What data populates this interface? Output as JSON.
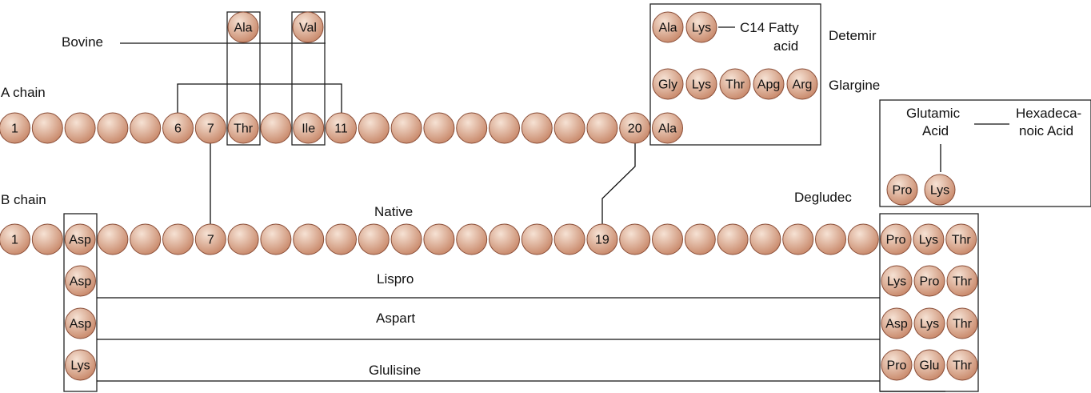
{
  "labels": {
    "a_chain": "A chain",
    "b_chain": "B chain",
    "bovine": "Bovine",
    "native": "Native",
    "lispro": "Lispro",
    "aspart": "Aspart",
    "glulisine": "Glulisine",
    "detemir": "Detemir",
    "glargine": "Glargine",
    "degludec": "Degludec",
    "c14_line1": "C14 Fatty",
    "c14_line2": "acid",
    "glutamic_line1": "Glutamic",
    "glutamic_line2": "Acid",
    "hexa_line1": "Hexadeca-",
    "hexa_line2": "noic Acid"
  },
  "colors": {
    "residue_fill_light": "#f6e2d4",
    "residue_fill_dark": "#c98a6c",
    "residue_stroke": "#8a4e38",
    "line": "#111111"
  },
  "a_chain": {
    "residues": [
      "1",
      "",
      "",
      "",
      "",
      "6",
      "7",
      "Thr",
      "",
      "Ile",
      "11",
      "",
      "",
      "",
      "",
      "",
      "",
      "",
      "",
      "20",
      "Ala"
    ]
  },
  "b_chain": {
    "residues": [
      "1",
      "",
      "Asp",
      "",
      "",
      "",
      "7",
      "",
      "",
      "",
      "",
      "",
      "",
      "",
      "",
      "",
      "",
      "",
      "19",
      "",
      "",
      "",
      "",
      "",
      "",
      "",
      "",
      "Pro",
      "Lys",
      "Thr"
    ]
  },
  "bovine_residues": [
    "Ala",
    "Val"
  ],
  "variants": {
    "lispro": {
      "position_28": "Asp",
      "end": [
        "Lys",
        "Pro",
        "Thr"
      ]
    },
    "aspart": {
      "position_28": "Asp",
      "end": [
        "Asp",
        "Lys",
        "Thr"
      ]
    },
    "glulisine": {
      "position_28": "Lys",
      "end": [
        "Pro",
        "Glu",
        "Thr"
      ]
    }
  },
  "detemir_residues": [
    "Ala",
    "Lys"
  ],
  "glargine_residues": [
    "Gly",
    "Lys",
    "Thr",
    "Apg",
    "Arg"
  ],
  "degludec_residues": [
    "Pro",
    "Lys"
  ]
}
